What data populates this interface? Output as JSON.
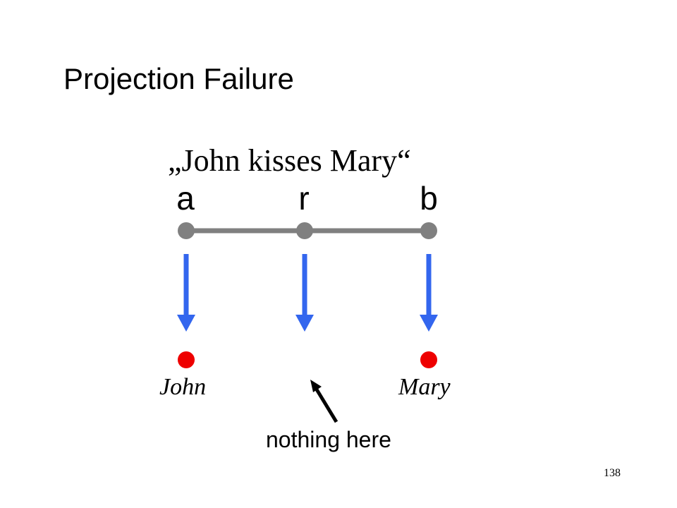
{
  "slide": {
    "title": "Projection Failure",
    "page_number": "138"
  },
  "diagram": {
    "sentence": "„John  kisses  Mary“",
    "variables": [
      "a",
      "r",
      "b"
    ],
    "entities": [
      "John",
      "Mary"
    ],
    "annotation": "nothing here",
    "colors": {
      "node": "#808080",
      "edge": "#808080",
      "projection_arrow": "#3366ee",
      "entity_dot": "#ee0000",
      "pointer_arrow": "#000000"
    }
  }
}
